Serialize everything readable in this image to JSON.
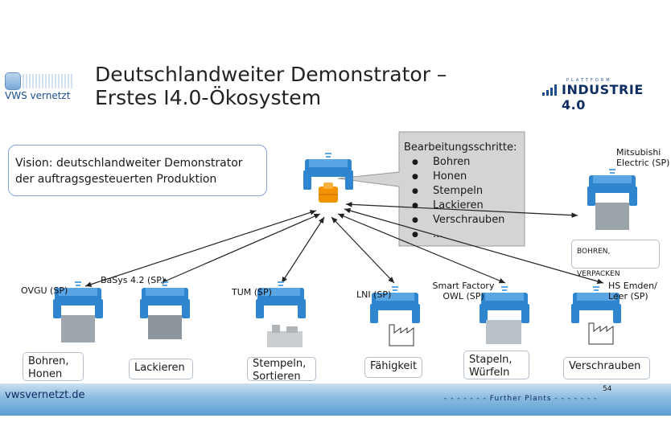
{
  "title_line1": "Deutschlandweiter Demonstrator –",
  "title_line2": "Erstes I4.0-Ökosystem",
  "logo_vws_text": "VWS vernetzt",
  "logo_industrie_small": "PLATTFORM",
  "logo_industrie_big": "INDUSTRIE 4.0",
  "vision_line1": "Vision: deutschlandweiter Demonstrator",
  "vision_line2": "der auftragsgesteuerten Produktion",
  "callout": {
    "heading": "Bearbeitungsschritte:",
    "items": [
      "Bohren",
      "Honen",
      "Stempeln",
      "Lackieren",
      "Verschrauben",
      "..."
    ]
  },
  "nodes": {
    "ovgu": {
      "label": "OVGU (SP)",
      "task_line1": "Bohren,",
      "task_line2": "Honen"
    },
    "basys": {
      "label": "BaSys 4.2 (SP)",
      "task": "Lackieren"
    },
    "tum": {
      "label": "TUM (SP)",
      "task_line1": "Stempeln,",
      "task_line2": "Sortieren"
    },
    "lni": {
      "label": "LNI (SP)",
      "task": "Fähigkeit"
    },
    "owl": {
      "label_line1": "Smart Factory",
      "label_line2": "OWL (SP)",
      "task_line1": "Stapeln,",
      "task_line2": "Würfeln"
    },
    "hs": {
      "label_line1": "HS Emden/",
      "label_line2": "Leer (SP)",
      "task": "Verschrauben"
    },
    "mitsubishi": {
      "label_line1": "Mitsubishi",
      "label_line2": "Electric (SP)",
      "task": "BOHREN, VERPACKEN"
    }
  },
  "footer_url": "vwsvernetzt.de",
  "footer_center": "- - - - - - -  Further Plants  - - - - - - -",
  "page_number": "54",
  "colors": {
    "shell": "#2f86cf",
    "shell_dark": "#1f5fa0",
    "accent_orange": "#f39200",
    "footer_blue": "#5b9ed3"
  }
}
